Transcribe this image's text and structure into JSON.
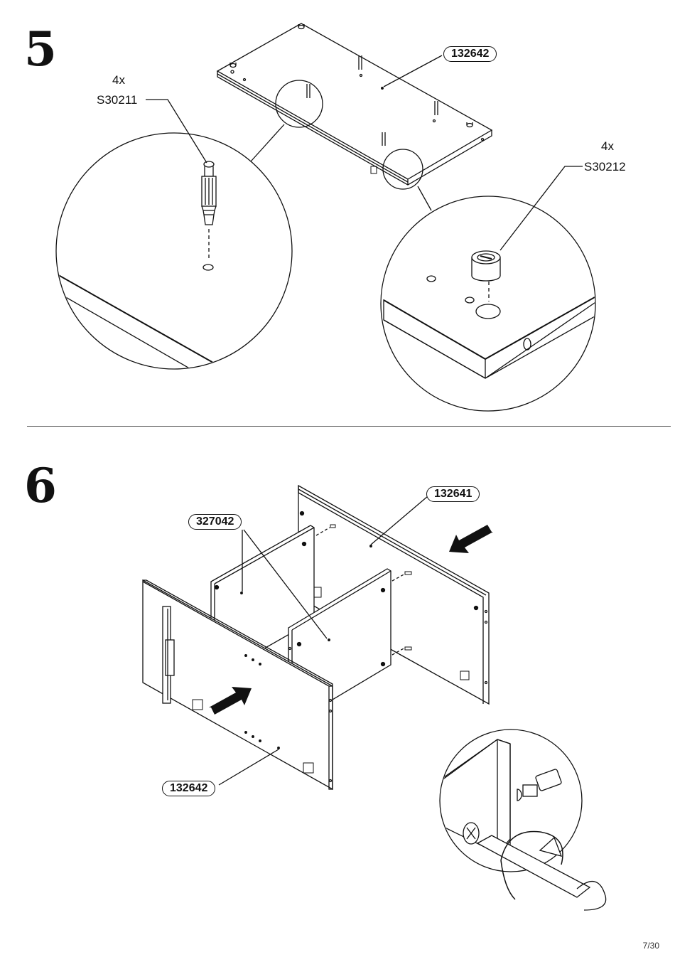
{
  "step5": {
    "number": "5",
    "panel_label": "132642",
    "part_a": {
      "qty": "4x",
      "code": "S30211"
    },
    "part_b": {
      "qty": "4x",
      "code": "S30212"
    }
  },
  "step6": {
    "number": "6",
    "labels": {
      "back_panel": "132641",
      "divider_panels": "327042",
      "front_panel": "132642"
    }
  },
  "footer": {
    "page": "7/30"
  }
}
